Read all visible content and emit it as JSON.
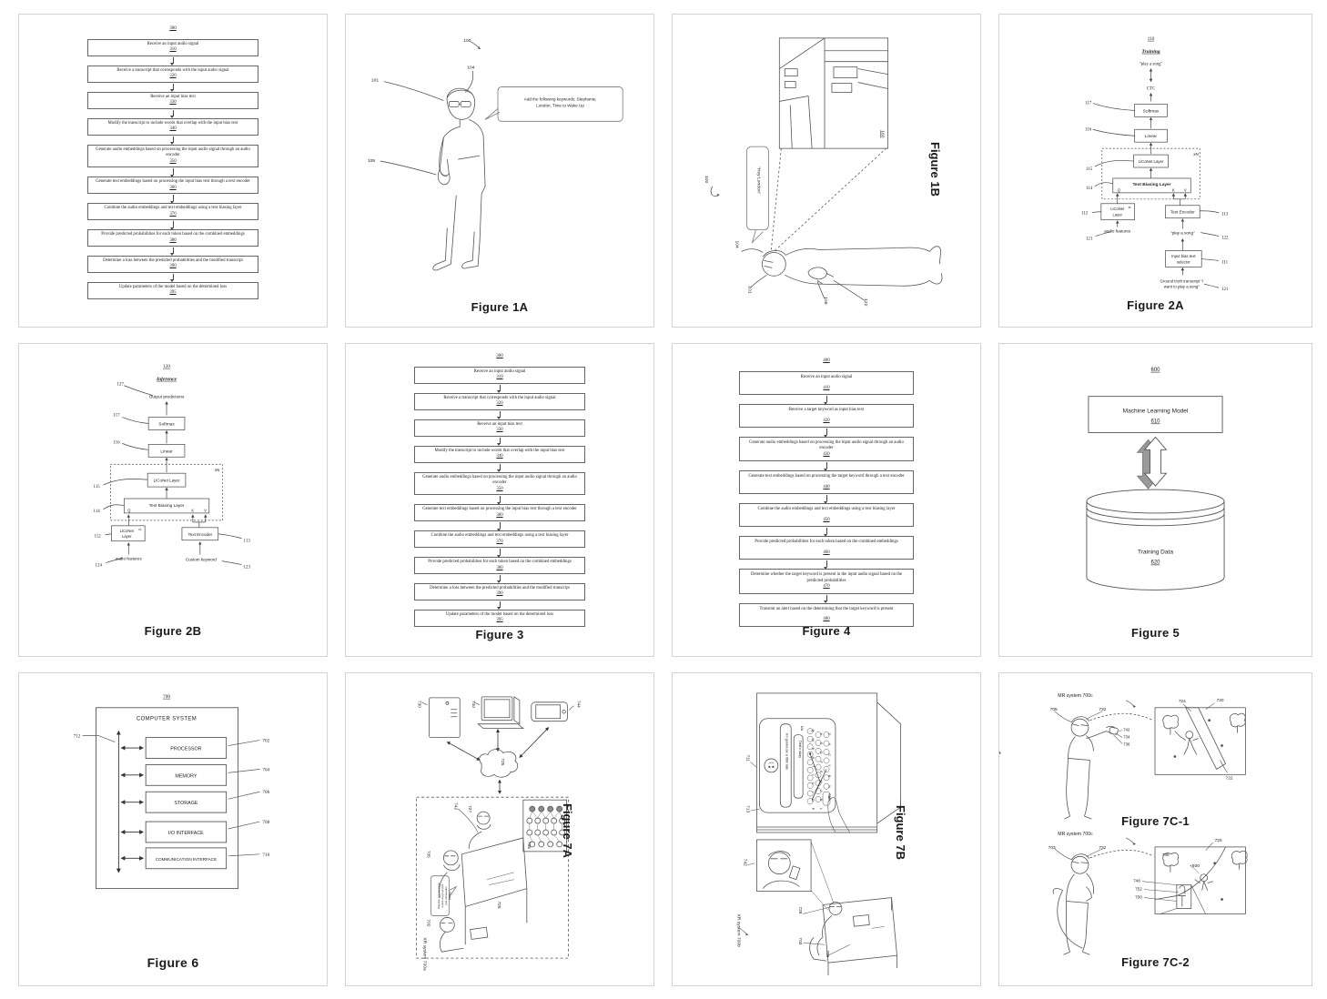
{
  "page": {
    "background": "#ffffff",
    "card_border": "#d3d3d3",
    "ink": "#444444"
  },
  "flow300": {
    "ref": "300",
    "caption": "Figure 3",
    "steps": [
      {
        "text": "Receive an input audio signal",
        "ref": "310"
      },
      {
        "text": "Receive a transcript that corresponds with the input audio signal",
        "ref": "320"
      },
      {
        "text": "Receive an input bias text",
        "ref": "330"
      },
      {
        "text": "Modify the transcript to include words that overlap with the input bias text",
        "ref": "340"
      },
      {
        "text": "Generate audio embeddings based on processing the input audio signal through an audio encoder",
        "ref": "350"
      },
      {
        "text": "Generate text embeddings based on processing the input bias text through a text encoder",
        "ref": "360"
      },
      {
        "text": "Combine the audio embeddings and text embeddings using a text biasing layer",
        "ref": "370"
      },
      {
        "text": "Provide predicted probabilities for each token based on the combined embeddings",
        "ref": "380"
      },
      {
        "text": "Determine a loss between the predicted probabilities and the modified transcript",
        "ref": "390"
      },
      {
        "text": "Update parameters of the model based on the determined loss",
        "ref": "395"
      }
    ]
  },
  "fig1a": {
    "caption": "Figure 1A",
    "speech1": "Add the following keywords: Stephanie,",
    "speech2": "London, Time to Wake Up",
    "r100": "100",
    "r101": "101",
    "r104": "104",
    "r105": "105"
  },
  "fig1b": {
    "caption": "Figure 1B",
    "speech": "\"Hey London\"",
    "r100": "100",
    "r101": "101",
    "r104": "104",
    "r106": "106",
    "r122": "122",
    "r160": "160"
  },
  "fig2a": {
    "caption": "Figure 2A",
    "ref": "110",
    "title": "Training",
    "output": "\"play a song\"",
    "ctc": "CTC",
    "softmax": "Softmax",
    "linear": "Linear",
    "liconet": "LiCoNet Layer",
    "xn": "xN",
    "biasing": "Text Biasing Layer",
    "q": "Q",
    "k": "K",
    "v": "V",
    "lic2a": "LiCoNet",
    "lic2b": "Layer",
    "xl": "xL",
    "encoder": "Text Encoder",
    "audio": "audio features",
    "bias": "\"play a song\"",
    "sel1": "Input bias text",
    "sel2": "selector",
    "gt1": "Ground truth transcript \"I",
    "gt2": "want to play a song\"",
    "r117": "117",
    "r116": "116",
    "r115": "115",
    "r114": "114",
    "r112": "112",
    "r113": "113",
    "r121": "121",
    "r122": "122",
    "r111": "111",
    "r121b": "121"
  },
  "fig2b": {
    "caption": "Figure 2B",
    "ref": "120",
    "title": "Inference",
    "output": "Output predictions",
    "softmax": "Softmax",
    "linear": "Linear",
    "liconet": "LiCoNet Layer",
    "xn": "xN",
    "biasing": "Text Biasing Layer",
    "q": "Q",
    "k": "K",
    "v": "V",
    "lic2a": "LiCoNet",
    "lic2b": "Layer",
    "xl": "xL",
    "encoder": "Text Encoder",
    "audio": "audio features",
    "keyword": "Custom keyword",
    "r127": "127",
    "r117": "117",
    "r116": "116",
    "r115": "115",
    "r114": "114",
    "r112": "112",
    "r113": "113",
    "r124": "124",
    "r123": "123"
  },
  "fig4": {
    "ref": "400",
    "caption": "Figure 4",
    "steps": [
      {
        "text": "Receive an input audio signal",
        "ref": "410"
      },
      {
        "text": "Receive a target keyword as input bias text",
        "ref": "420"
      },
      {
        "text": "Generate audio embeddings based on processing the input audio signal through an audio encoder",
        "ref": "430"
      },
      {
        "text": "Generate text embeddings based on processing the target keyword through a text encoder",
        "ref": "440"
      },
      {
        "text": "Combine the audio embeddings and text embeddings using a text biasing layer",
        "ref": "450"
      },
      {
        "text": "Provide predicted probabilities for each token based on the combined embeddings",
        "ref": "460"
      },
      {
        "text": "Determine whether the target keyword is present in the input audio signal based on the predicted probabilities",
        "ref": "470"
      },
      {
        "text": "Transmit an alert based on the determining that the target keyword is present",
        "ref": "480"
      }
    ]
  },
  "fig5": {
    "caption": "Figure 5",
    "ref": "600",
    "model": "Machine Learning Model",
    "model_ref": "610",
    "training": "Training Data",
    "training_ref": "620"
  },
  "fig6": {
    "caption": "Figure 6",
    "ref": "700",
    "title": "COMPUTER SYSTEM",
    "bus_ref": "712",
    "boxes": [
      {
        "label": "PROCESSOR",
        "ref": "702"
      },
      {
        "label": "MEMORY",
        "ref": "704"
      },
      {
        "label": "STORAGE",
        "ref": "706"
      },
      {
        "label": "I/O INTERFACE",
        "ref": "708"
      },
      {
        "label": "COMMUNICATION INTERFACE",
        "ref": "710"
      }
    ]
  },
  "fig7a": {
    "caption": "Figure 7A",
    "system": "XR system 700a",
    "r730": "730",
    "r740": "740",
    "r744": "744",
    "r725": "725",
    "r742": "742",
    "r727": "727",
    "r705": "705",
    "r702": "702",
    "r728": "728",
    "r756": "756",
    "bubble1": "Please",
    "bubble2": "summarize and",
    "bubble3": "add all of the action",
    "bubble4": "items for this meeting"
  },
  "fig7b": {
    "caption": "Figure 7B",
    "system": "XR system 700b",
    "message": "I'm gonna be a little late",
    "typed": "That's okay",
    "name": "Ma",
    "kb1": "Q W E R T Y U I O P",
    "kb2": "A S D F G H J K L",
    "kb3": "Z X C V B N M",
    "enter": "Enter",
    "r711": "711",
    "r713": "713",
    "r742": "742",
    "r728": "728",
    "r703": "703",
    "r706": "706"
  },
  "fig7c1": {
    "caption": "Figure 7C-1",
    "system": "MR system 700c",
    "r705": "705",
    "r732": "732",
    "r742": "742",
    "r734": "734",
    "r736": "736",
    "r724": "724",
    "r720": "720",
    "r722": "722"
  },
  "fig7c2": {
    "caption": "Figure 7C-2",
    "system": "MR system 700c",
    "score": "+500",
    "r703": "703",
    "r732": "732",
    "r746": "746",
    "r748": "748",
    "r752": "752",
    "r750": "750",
    "r720": "720"
  }
}
